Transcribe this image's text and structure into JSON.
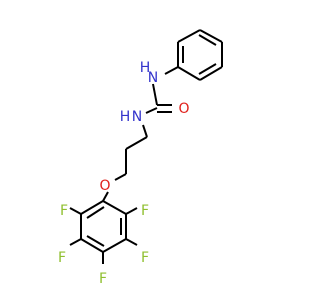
{
  "colors": {
    "carbon_bond": "#000000",
    "nitrogen": "#3333cc",
    "oxygen": "#e0201b",
    "fluorine": "#8fbf2f"
  },
  "molecule": {
    "atoms": {
      "nitrogen_top": {
        "symbol": "N",
        "hydrogen": "H",
        "element": "nitrogen"
      },
      "nitrogen_bottom": {
        "symbol": "N",
        "hydrogen": "H",
        "element": "nitrogen"
      },
      "carbonyl_oxygen": {
        "symbol": "O",
        "element": "oxygen"
      },
      "ether_oxygen": {
        "symbol": "O",
        "element": "oxygen"
      },
      "fluorines": [
        {
          "symbol": "F",
          "element": "fluorine"
        },
        {
          "symbol": "F",
          "element": "fluorine"
        },
        {
          "symbol": "F",
          "element": "fluorine"
        },
        {
          "symbol": "F",
          "element": "fluorine"
        },
        {
          "symbol": "F",
          "element": "fluorine"
        }
      ]
    }
  }
}
